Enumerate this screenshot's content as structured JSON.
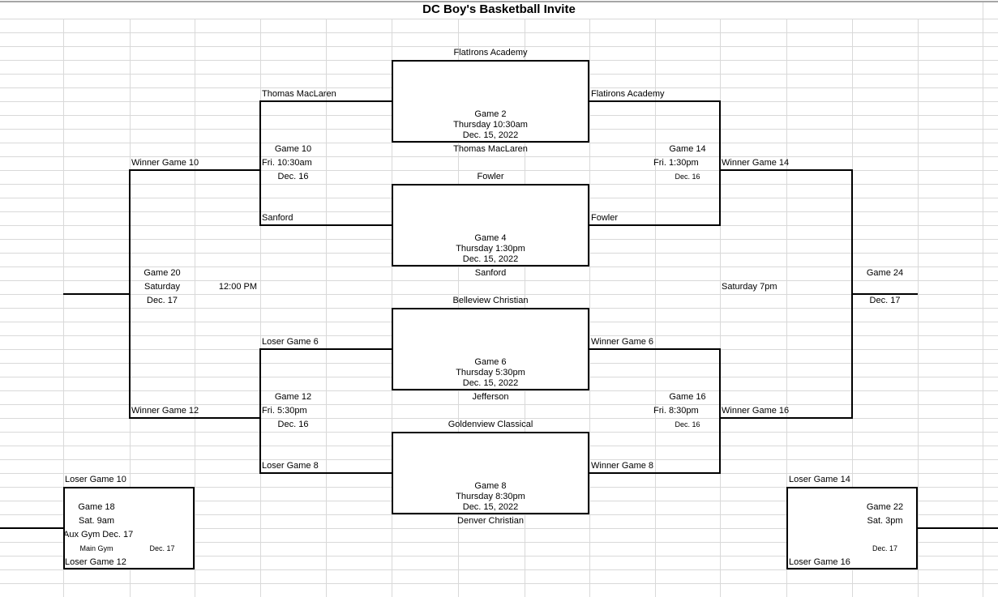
{
  "title": "DC Boy's Basketball Invite",
  "colors": {
    "bracket_line": "#000000",
    "gridline": "#d9d9d9",
    "top_rule": "#a6a6a6",
    "text": "#000000",
    "background": "#ffffff"
  },
  "round1_games": {
    "game2": {
      "team_top": "FlatIrons Academy",
      "team_bottom": "Thomas MacLaren",
      "name": "Game 2",
      "time": "Thursday 10:30am",
      "date": "Dec. 15, 2022"
    },
    "game4": {
      "team_top": "Fowler",
      "team_bottom": "Sanford",
      "name": "Game 4",
      "time": "Thursday 1:30pm",
      "date": "Dec. 15, 2022"
    },
    "game6": {
      "team_top": "Belleview Christian",
      "team_bottom": "Jefferson",
      "name": "Game 6",
      "time": "Thursday 5:30pm",
      "date": "Dec. 15, 2022"
    },
    "game8": {
      "team_top": "Goldenview Classical",
      "team_bottom": "Denver Christian",
      "name": "Game 8",
      "time": "Thursday 8:30pm",
      "date": "Dec. 15, 2022"
    }
  },
  "consolation_bracket": {
    "game10": {
      "slot_top": "Thomas MacLaren",
      "slot_bottom": "Sanford",
      "name": "Game 10",
      "time": "Fri. 10:30am",
      "date": "Dec. 16",
      "advance": "Winner Game 10"
    },
    "game12": {
      "slot_top": "Loser Game 6",
      "slot_bottom": "Loser Game 8",
      "name": "Game 12",
      "time": "Fri. 5:30pm",
      "date": "Dec. 16",
      "advance": "Winner Game 12"
    },
    "game20": {
      "name": "Game 20",
      "day": "Saturday",
      "time": "12:00 PM",
      "date": "Dec. 17"
    },
    "game18": {
      "slot_top": "Loser Game 10",
      "slot_bottom": "Loser Game 12",
      "name": "Game 18",
      "time": "Sat. 9am",
      "venue_line": "Aux Gym Dec. 17",
      "gym": "Main Gym",
      "date": "Dec. 17"
    }
  },
  "championship_bracket": {
    "game14": {
      "slot_top": "Flatirons Academy",
      "slot_bottom": "Fowler",
      "name": "Game 14",
      "time": "Fri. 1:30pm",
      "date": "Dec. 16",
      "advance": "Winner Game 14"
    },
    "game16": {
      "slot_top": "Winner Game 6",
      "slot_bottom": "Winner Game 8",
      "name": "Game 16",
      "time": "Fri. 8:30pm",
      "date": "Dec. 16",
      "advance": "Winner Game 16"
    },
    "game24": {
      "name": "Game 24",
      "day": "Saturday 7pm",
      "date": "Dec. 17"
    },
    "game22": {
      "slot_top": "Loser Game 14",
      "slot_bottom": "Loser Game 16",
      "name": "Game 22",
      "time": "Sat. 3pm",
      "date": "Dec. 17"
    }
  }
}
